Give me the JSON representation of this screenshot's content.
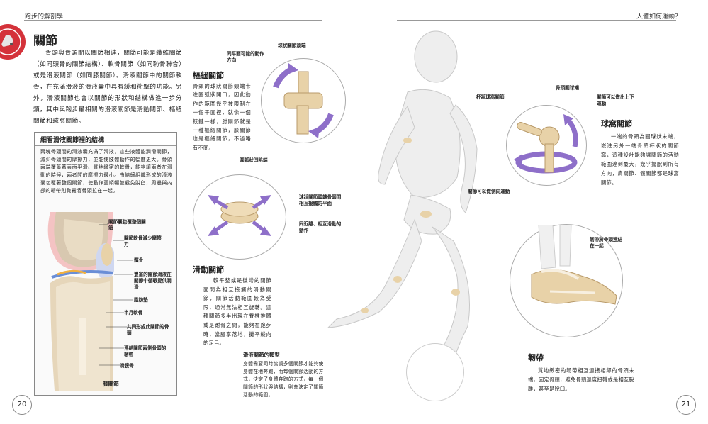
{
  "header": {
    "left_title": "跑步的解剖學",
    "right_title": "人體如何運動？"
  },
  "page_numbers": {
    "left": "20",
    "right": "21"
  },
  "section": {
    "title": "關節",
    "intro": "骨頭與骨頭間以關節相連，關節可能是纖維關節（如同頭骨的關節結構）、軟骨關節（如同恥骨聯合）或是滑液關節（如同膝關節）。滑液關節中的關節軟骨，在充滿滑液的滑液囊中具有緩和衝擊的功能。另外，滑液關節也會以關節的形狀和結構做進一步分類，其中與跑步最相關的滑液關節是滑動關節、樞紐關節和球窩關節。"
  },
  "synovial_box": {
    "title": "細看滑液關節裡的結構",
    "text": "兩塊骨頭間的滑液囊充滿了滑液，這些液體能潤滑關節，減少骨頭間的摩擦力，並能使肢體動作的幅度更大。骨頭兩端覆蓋著表面平滑、質地緻密的軟骨，能夠讓兩者在滑動的時候，兩者間的摩擦力最小。由結締組織形成的滑液囊包覆著整個關節，使動作更順暢並避免脫臼，周邊與內部的韌帶則負責將骨頭拉在一起。",
    "labels": [
      "關節囊包覆整個關節",
      "關節軟骨減少摩擦力",
      "髕骨",
      "豐富的關節滑液在關節中循環提供潤滑",
      "脂肪墊",
      "半月軟骨",
      "共同形成此關節的骨頭",
      "連結關節兩側骨頭的韌帶",
      "滑膜骨"
    ],
    "caption": "膝關節"
  },
  "hinge": {
    "title": "樞紐關節",
    "text": "骨頭的球狀關節頭端卡進圓弧狀開口，因此動作的範圍幾乎被限制在一個平面裡，就像一個鉸鏈一樣，肘關節就是一種樞紐關節，膝關節也是樞紐關節，不過略有不同。",
    "label_top": "球狀關節頭端",
    "label_left": "同平面可能的動作方向",
    "label_bottom": "圓弧狀凹陷端"
  },
  "gliding": {
    "title": "滑動關節",
    "text": "較平整或是微彎的關節面間為相互接觸的滑動關節，關節活動範圍較為受限，通常無法相互旋轉。這種關節多半出現在脊椎推體或是跗骨之間，能夠在跑步時，當腳掌落地，攤平縱向的足弓。",
    "label_a": "球狀關節頭端骨頭間相互接觸的平面",
    "label_b": "同近離、相互滑動的動作",
    "types_title": "滑液關節的類型",
    "types_text": "身體需要同時協調多個關節才能夠使身體在地奔跑，而每個關節活動的方式，決定了身體奔跑的方式，每一個關節的形狀與結構，則會決定了關節活動的範圍。"
  },
  "ball_socket": {
    "title": "球窩關節",
    "text": "一端的骨頭為圓球狀末端，嵌進另外一端骨頭杯狀的關節窩，這種設計能夠讓關節的活動範圍達到最大，幾乎擺脫到所有方向，肩關節、髖關節都是球窩關節。",
    "label_socket": "杯狀球窩關節",
    "label_ball": "骨頭圓球端",
    "label_updown": "關節可以做出上下運動",
    "label_rotate": "關節可以做側向運動"
  },
  "ligament": {
    "title": "韌帶",
    "text": "質地緻密的韌帶相互連接相鄰的骨頭末端，固定骨頭，避免骨頭過度扭轉或是相互脫離，甚至是脫臼。",
    "label": "韌帶將骨頭連結在一起"
  },
  "colors": {
    "accent": "#d4323a",
    "bone": "#e8d2a8",
    "arrow": "#8e6fc9"
  }
}
